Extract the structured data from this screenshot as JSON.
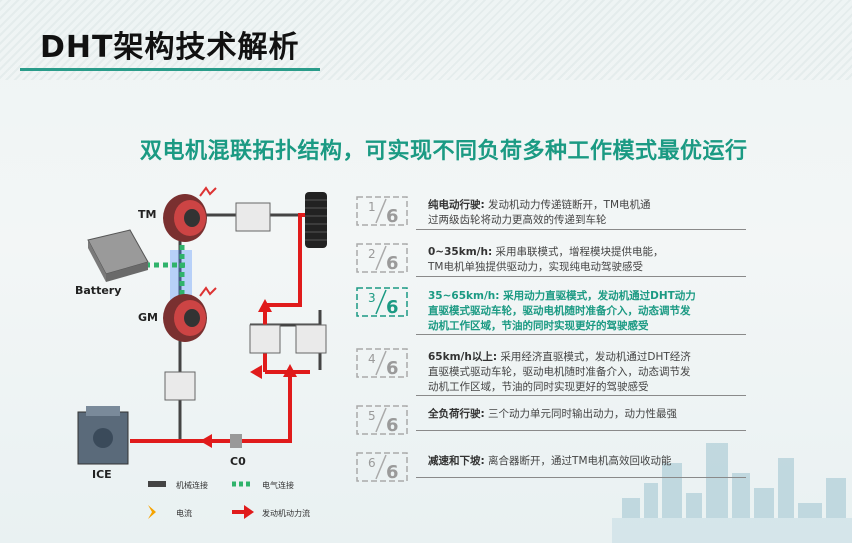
{
  "title": "DHT架构技术解析",
  "subtitle": "双电机混联拓扑结构，可实现不同负荷多种工作模式最优运行",
  "diagram": {
    "labels": {
      "tm": "TM",
      "gm": "GM",
      "battery": "Battery",
      "ice": "ICE",
      "c0": "C0"
    },
    "legend": {
      "mechanical": "机械连接",
      "electrical": "电气连接",
      "current": "电流",
      "engine_flow": "发动机动力流"
    }
  },
  "modes": [
    {
      "num": "1",
      "den": "6",
      "key": "纯电动行驶:",
      "lines": [
        " 发动机动力传递链断开，TM电机通",
        "过两级齿轮将动力更高效的传递到车轮"
      ],
      "active": false
    },
    {
      "num": "2",
      "den": "6",
      "key": "0~35km/h:",
      "lines": [
        " 采用串联模式，增程模块提供电能，",
        "TM电机单独提供驱动力，实现纯电动驾驶感受"
      ],
      "active": false
    },
    {
      "num": "3",
      "den": "6",
      "key": "35~65km/h:",
      "lines": [
        " 采用动力直驱模式，发动机通过DHT动力",
        "直驱模式驱动车轮，驱动电机随时准备介入，动态调节发",
        "动机工作区域，节油的同时实现更好的驾驶感受"
      ],
      "active": true
    },
    {
      "num": "4",
      "den": "6",
      "key": "65km/h以上:",
      "lines": [
        " 采用经济直驱模式，发动机通过DHT经济",
        "直驱模式驱动车轮，驱动电机随时准备介入，动态调节发",
        "动机工作区域，节油的同时实现更好的驾驶感受"
      ],
      "active": false
    },
    {
      "num": "5",
      "den": "6",
      "key": "全负荷行驶:",
      "lines": [
        " 三个动力单元同时输出动力，动力性最强"
      ],
      "active": false
    },
    {
      "num": "6",
      "den": "6",
      "key": "减速和下坡:",
      "lines": [
        " 离合器断开，通过TM电机高效回收动能"
      ],
      "active": false
    }
  ],
  "colors": {
    "accent": "#1b9a83",
    "red": "#e01b1b",
    "green": "#2fb36b",
    "blue": "#4a8cff",
    "orange": "#f5a300"
  }
}
